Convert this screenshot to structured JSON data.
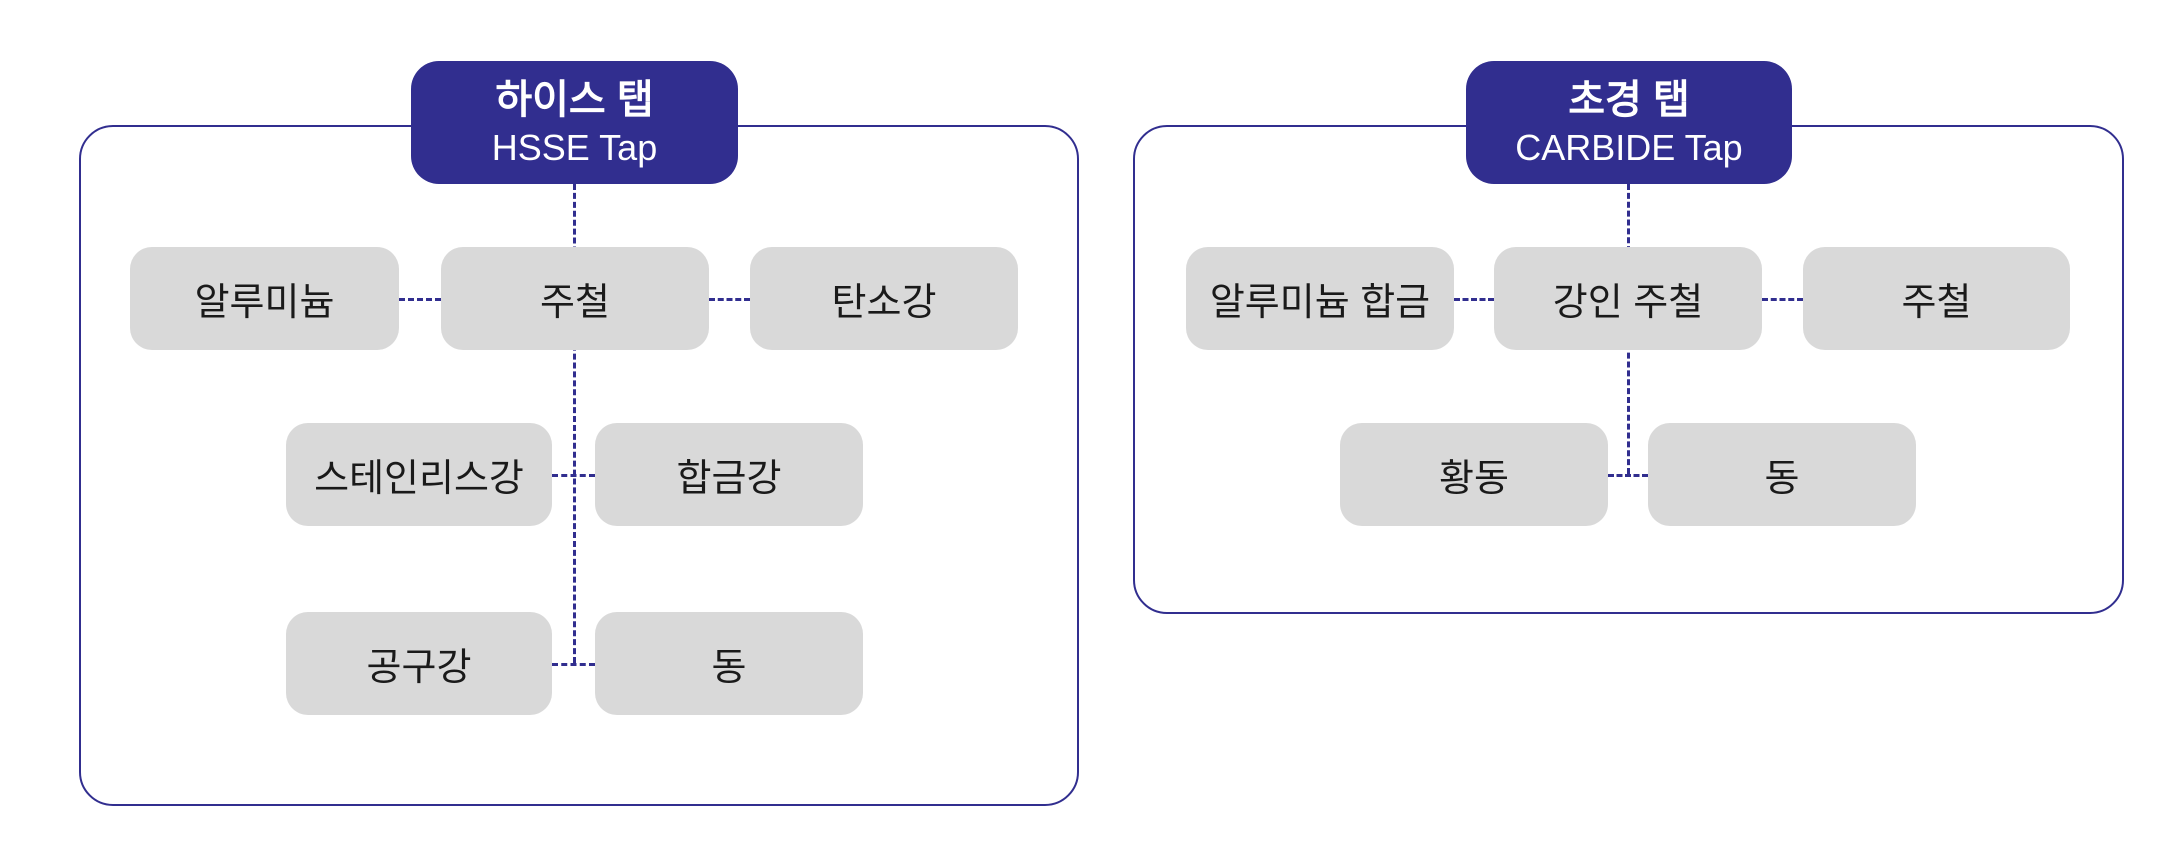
{
  "colors": {
    "accent": "#312e8f",
    "node_fill": "#d9d9d9",
    "node_text": "#1a1a1a",
    "header_text": "#ffffff"
  },
  "groups": [
    {
      "id": "hsse",
      "title_ko": "하이스 탭",
      "title_en": "HSSE Tap",
      "rows": [
        [
          "알루미늄",
          "주철",
          "탄소강"
        ],
        [
          "스테인리스강",
          "합금강"
        ],
        [
          "공구강",
          "동"
        ]
      ]
    },
    {
      "id": "carbide",
      "title_ko": "초경 탭",
      "title_en": "CARBIDE Tap",
      "rows": [
        [
          "알루미늄 합금",
          "강인 주철",
          "주철"
        ],
        [
          "황동",
          "동"
        ]
      ]
    }
  ]
}
